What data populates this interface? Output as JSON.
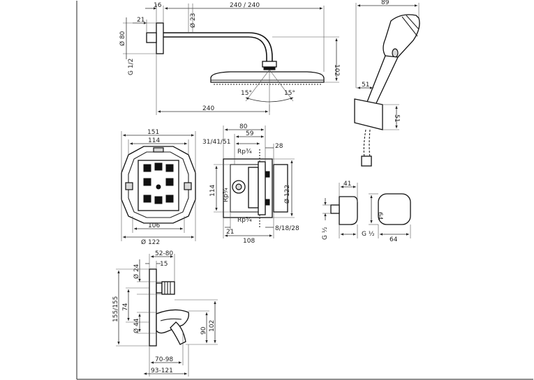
{
  "shower_head": {
    "dim_16": "16",
    "dim_23": "Ø 23",
    "dim_240_240": "240 / 240",
    "dim_21": "21",
    "dim_80": "Ø 80",
    "dim_g12": "G 1/2",
    "dim_102": "102",
    "dim_15_left": "15°",
    "dim_15_right": "15°",
    "dim_240": "240"
  },
  "hand_shower": {
    "dim_89": "89",
    "dim_51_h": "51",
    "dim_51_v": "51"
  },
  "rough_in_front": {
    "dim_151": "151",
    "dim_114": "114",
    "dim_106": "106",
    "dim_122": "Ø 122"
  },
  "rough_in_side": {
    "dim_80": "80",
    "dim_59": "59",
    "dim_31_41_51": "31/41/51",
    "dim_28": "28",
    "dim_rp34_top": "Rp¾",
    "dim_rp34_mid": "Rp¾",
    "dim_rp34_bot": "Rp¾",
    "dim_114": "114",
    "dim_122": "Ø 122",
    "dim_21": "21",
    "dim_108": "108",
    "dim_8_18_28": "8/18/28"
  },
  "wall_outlet": {
    "dim_41": "41",
    "dim_g12_left": "G ½",
    "dim_g12_bottom": "G ½",
    "dim_64_v": "64",
    "dim_64_h": "64"
  },
  "mixer_side": {
    "dim_52_80": "52-80",
    "dim_15": "15",
    "dim_24": "Ø 24",
    "dim_155": "155/155",
    "dim_74": "74",
    "dim_44": "Ø 44",
    "dim_90": "90",
    "dim_102": "102",
    "dim_70_98": "70-98",
    "dim_93_121": "93-121"
  }
}
